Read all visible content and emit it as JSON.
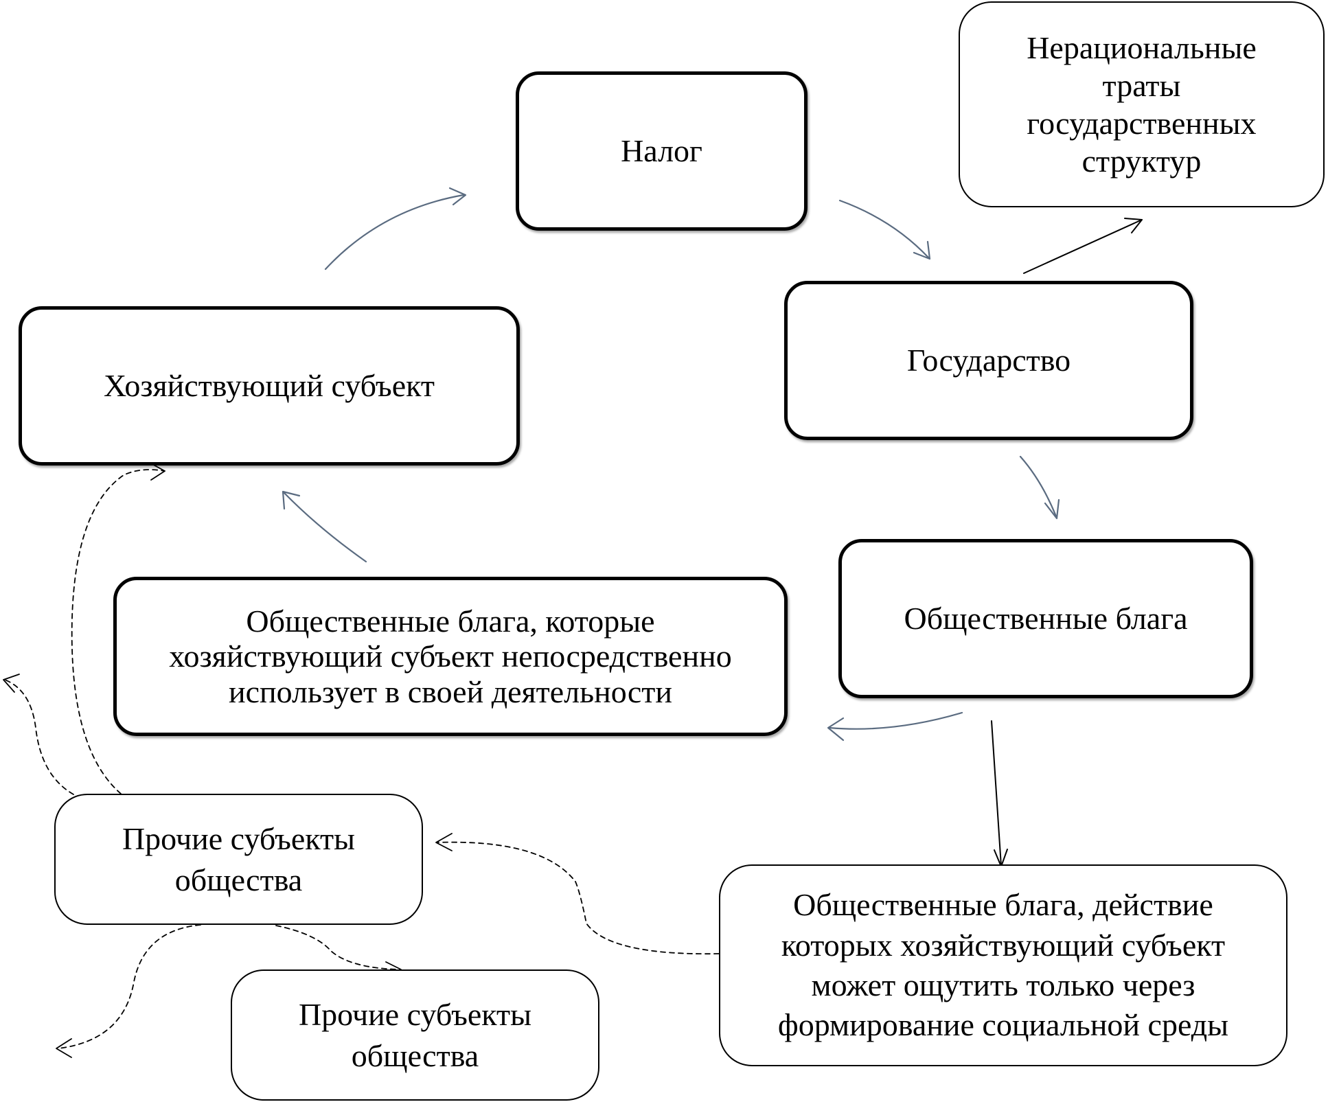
{
  "nodes": {
    "nalog": "Налог",
    "irrational_spending": "Нерациональные\nтраты\nгосударственных\nструктур",
    "gosudarstvo": "Государство",
    "economic_subject": "Хозяйствующий субъект",
    "public_goods": "Общественные блага",
    "direct_public_goods": "Общественные блага, которые хозяйствующий субъект непосредственно использует в своей деятельности",
    "other_subjects_1": "Прочие субъекты\nобщества",
    "other_subjects_2": "Прочие субъекты\nобщества",
    "indirect_public_goods": "Общественные блага, действие\nкоторых хозяйствующий субъект\nможет ощутить только через\nформирование социальной среды"
  },
  "colors": {
    "flow_arrow": "#5a6b80",
    "solid_arrow": "#000000",
    "dashed_arrow": "#000000"
  }
}
